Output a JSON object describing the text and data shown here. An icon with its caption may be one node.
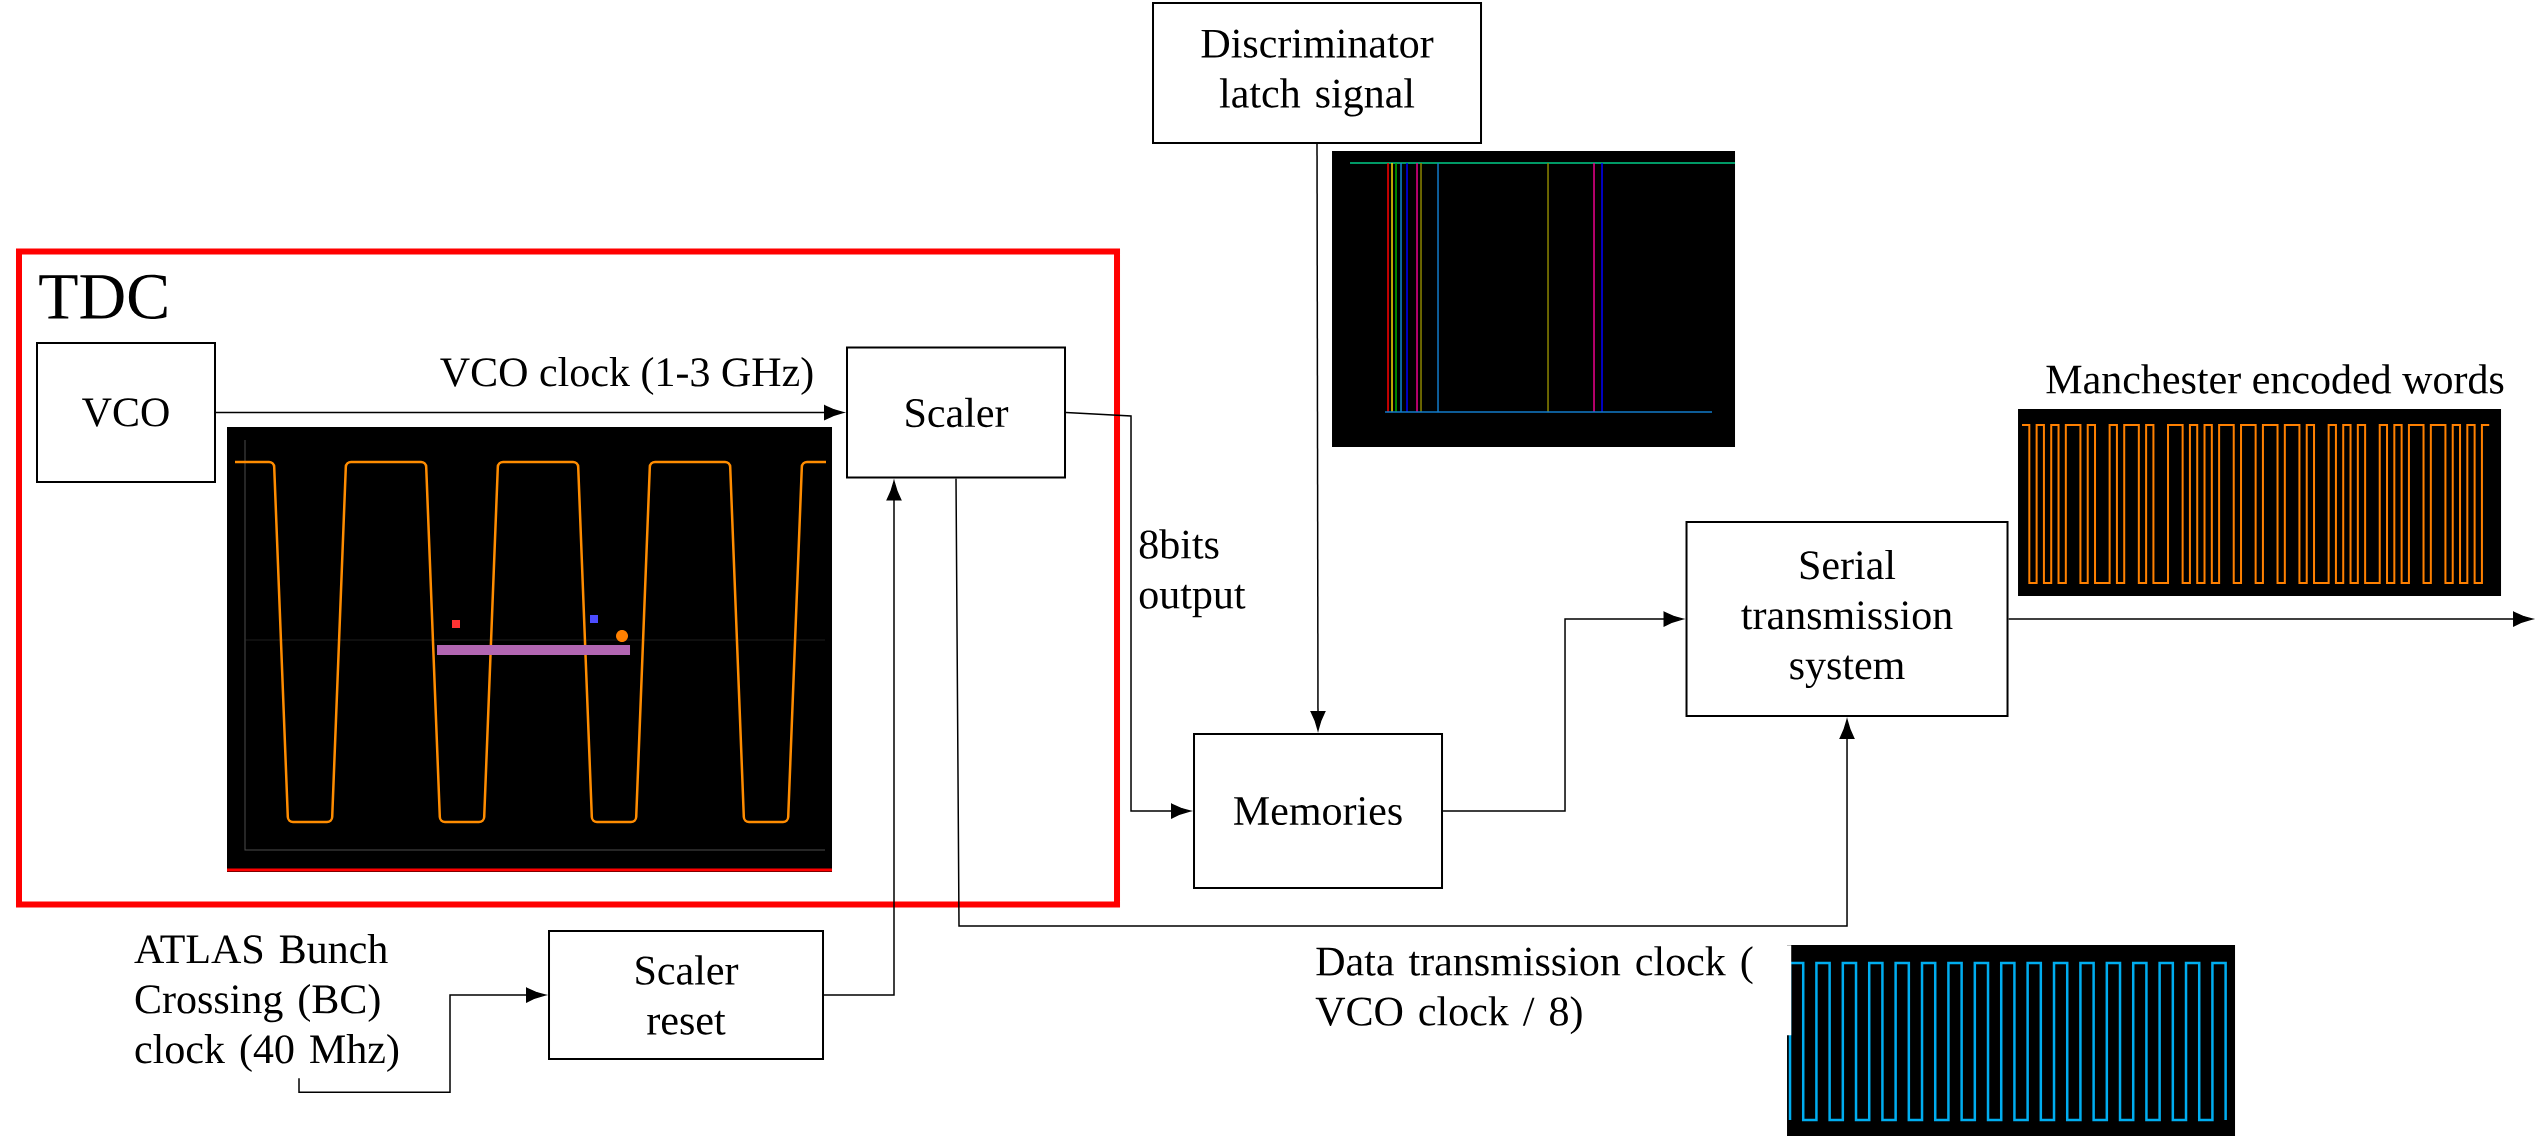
{
  "diagram": {
    "nodes": [
      {
        "text": [
          "TDC"
        ]
      },
      {
        "text": [
          "VCO"
        ],
        "in": 0
      },
      {
        "text": [
          "Scaler"
        ],
        "in": 0
      },
      {
        "text": [
          "Scaler reset"
        ]
      },
      {
        "text": [
          "ATLAS Bunch Crossing (BC) clock (40 Mhz)"
        ]
      },
      {
        "text": [
          "Discriminator latch signal"
        ]
      },
      {
        "text": [
          "Memories"
        ]
      },
      {
        "text": [
          "Serial transmission system"
        ]
      }
    ],
    "edges": [
      {
        "from": 1,
        "to": 2,
        "arrow": "to",
        "label": "VCO clock (1-3 GHz)"
      },
      {
        "from": 4,
        "to": 3,
        "arrow": "to"
      },
      {
        "from": 3,
        "to": 2,
        "arrow": "to"
      },
      {
        "from": 2,
        "to": 6,
        "arrow": "to",
        "label": "8bits output"
      },
      {
        "from": 5,
        "to": 6,
        "arrow": "to"
      },
      {
        "from": 6,
        "to": 7,
        "arrow": "to"
      },
      {
        "from": 2,
        "to": 7,
        "arrow": "to",
        "label": "Data transmission clock ( VCO clock / 8)"
      },
      {
        "from": 7,
        "to": null,
        "arrow": "to"
      }
    ],
    "labels": [
      "Manchester encoded words"
    ]
  }
}
